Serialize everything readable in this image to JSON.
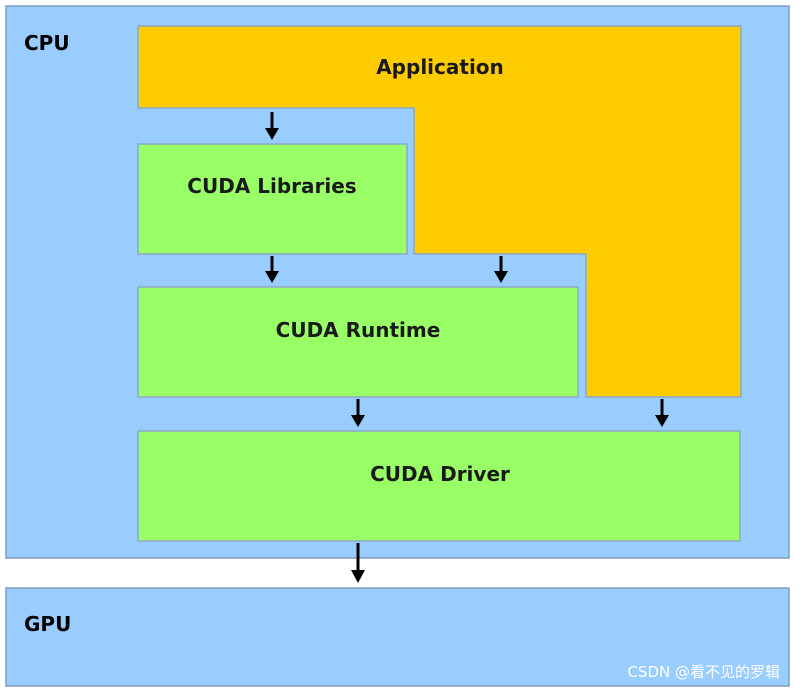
{
  "regions": {
    "cpu": {
      "label": "CPU"
    },
    "gpu": {
      "label": "GPU"
    }
  },
  "boxes": {
    "application": {
      "label": "Application"
    },
    "cuda_libraries": {
      "label": "CUDA Libraries"
    },
    "cuda_runtime": {
      "label": "CUDA Runtime"
    },
    "cuda_driver": {
      "label": "CUDA Driver"
    }
  },
  "edges": [
    {
      "from": "application",
      "to": "cuda_libraries"
    },
    {
      "from": "cuda_libraries",
      "to": "cuda_runtime"
    },
    {
      "from": "application",
      "to": "cuda_runtime"
    },
    {
      "from": "cuda_runtime",
      "to": "cuda_driver"
    },
    {
      "from": "application",
      "to": "cuda_driver"
    },
    {
      "from": "cuda_driver",
      "to": "gpu"
    }
  ],
  "watermark": "CSDN @看不见的罗辑",
  "colors": {
    "region_fill": "#99ccff",
    "region_border": "#7f9fc0",
    "application_fill": "#ffcc00",
    "cuda_fill": "#99ff66",
    "box_border": "#8aa8c8"
  }
}
